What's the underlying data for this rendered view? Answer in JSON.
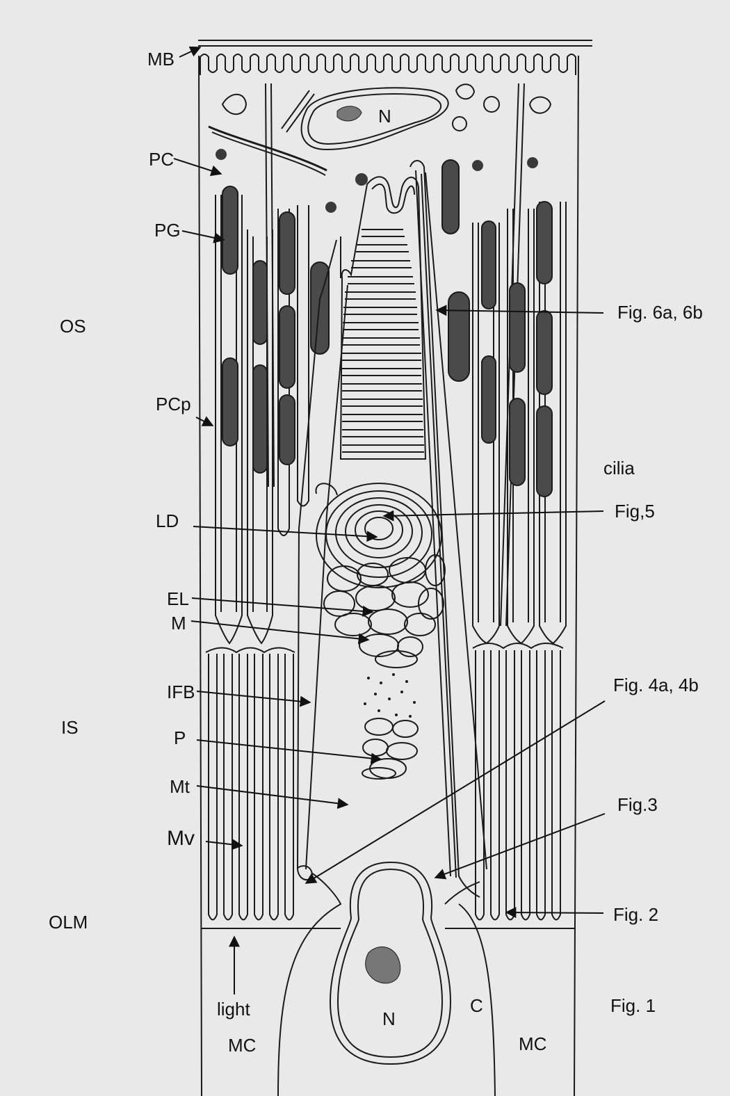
{
  "colors": {
    "paper": "#e9e9e9",
    "ink": "#1a1a1a",
    "granule": "#4a4a4a"
  },
  "labels": {
    "left": {
      "mb": "MB",
      "pc": "PC",
      "pg": "PG",
      "pcp": "PCp",
      "ld": "LD",
      "el": "EL",
      "m": "M",
      "ifb": "IFB",
      "p": "P",
      "mt": "Mt",
      "mv": "Mv",
      "light": "light"
    },
    "regions": {
      "os": "OS",
      "is": "IS",
      "olm": "OLM"
    },
    "right": {
      "fig6": "Fig. 6a, 6b",
      "cilia": "cilia",
      "fig5": "Fig,5",
      "fig4": "Fig. 4a, 4b",
      "fig3": "Fig.3",
      "fig2": "Fig. 2",
      "fig1": "Fig. 1"
    },
    "cells": {
      "nucleus_top": "N",
      "nucleus_bottom": "N",
      "c": "C",
      "mc_left": "MC",
      "mc_right": "MC"
    }
  }
}
